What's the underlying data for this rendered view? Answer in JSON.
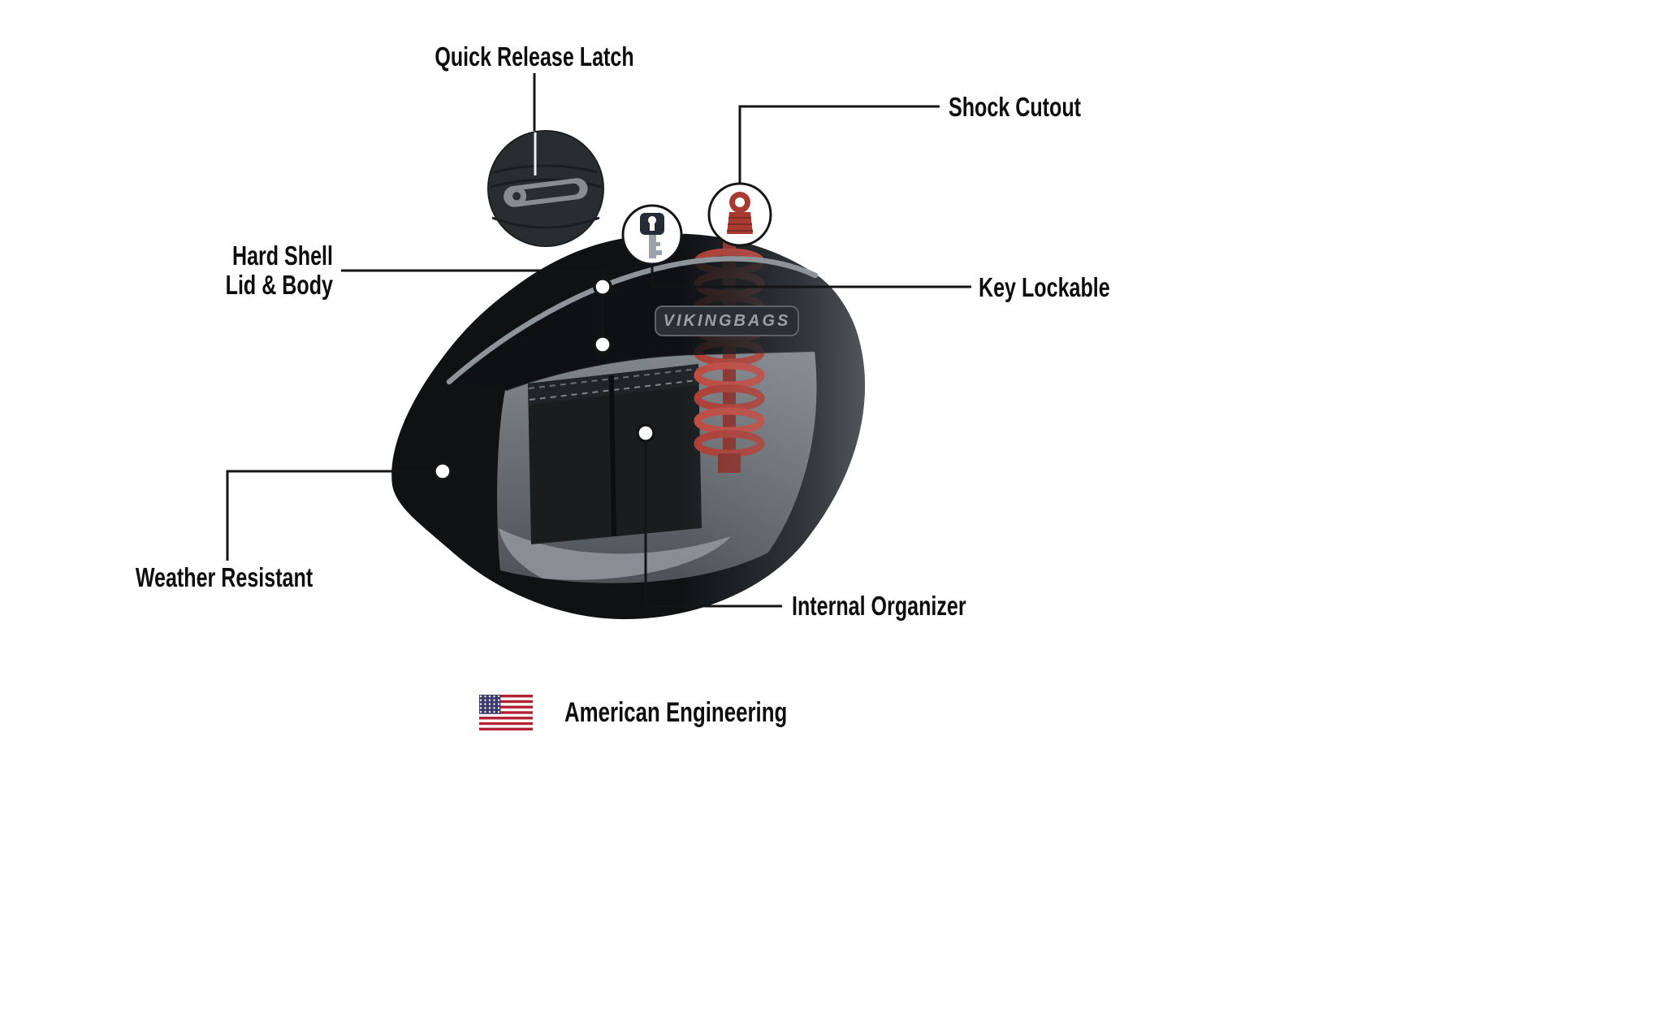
{
  "diagram": {
    "callouts": {
      "quick_release_latch": {
        "label": "Quick Release Latch"
      },
      "shock_cutout": {
        "label": "Shock Cutout"
      },
      "hard_shell_lid_body": {
        "label": "Hard Shell\nLid & Body"
      },
      "key_lockable": {
        "label": "Key Lockable"
      },
      "weather_resistant": {
        "label": "Weather Resistant"
      },
      "internal_organizer": {
        "label": "Internal Organizer"
      }
    },
    "product": {
      "brand_plate": "VIKINGBAGS"
    },
    "footer": {
      "label": "American Engineering"
    },
    "icons": {
      "flag": "us-flag-icon",
      "latch_detail": "latch-inset-icon",
      "key": "key-icon",
      "shock": "shock-icon"
    },
    "colors": {
      "background": "#ffffff",
      "label_text": "#0d0d0d",
      "callout_line": "#141414",
      "bag_black": "#0f1113",
      "trim_gray": "#8f949a",
      "interior_gray": "#7d8287",
      "pocket_black": "#1a1c1e",
      "shock_red": "#a93a32",
      "flag_red": "#b22234",
      "flag_blue": "#3c3b6e"
    }
  }
}
